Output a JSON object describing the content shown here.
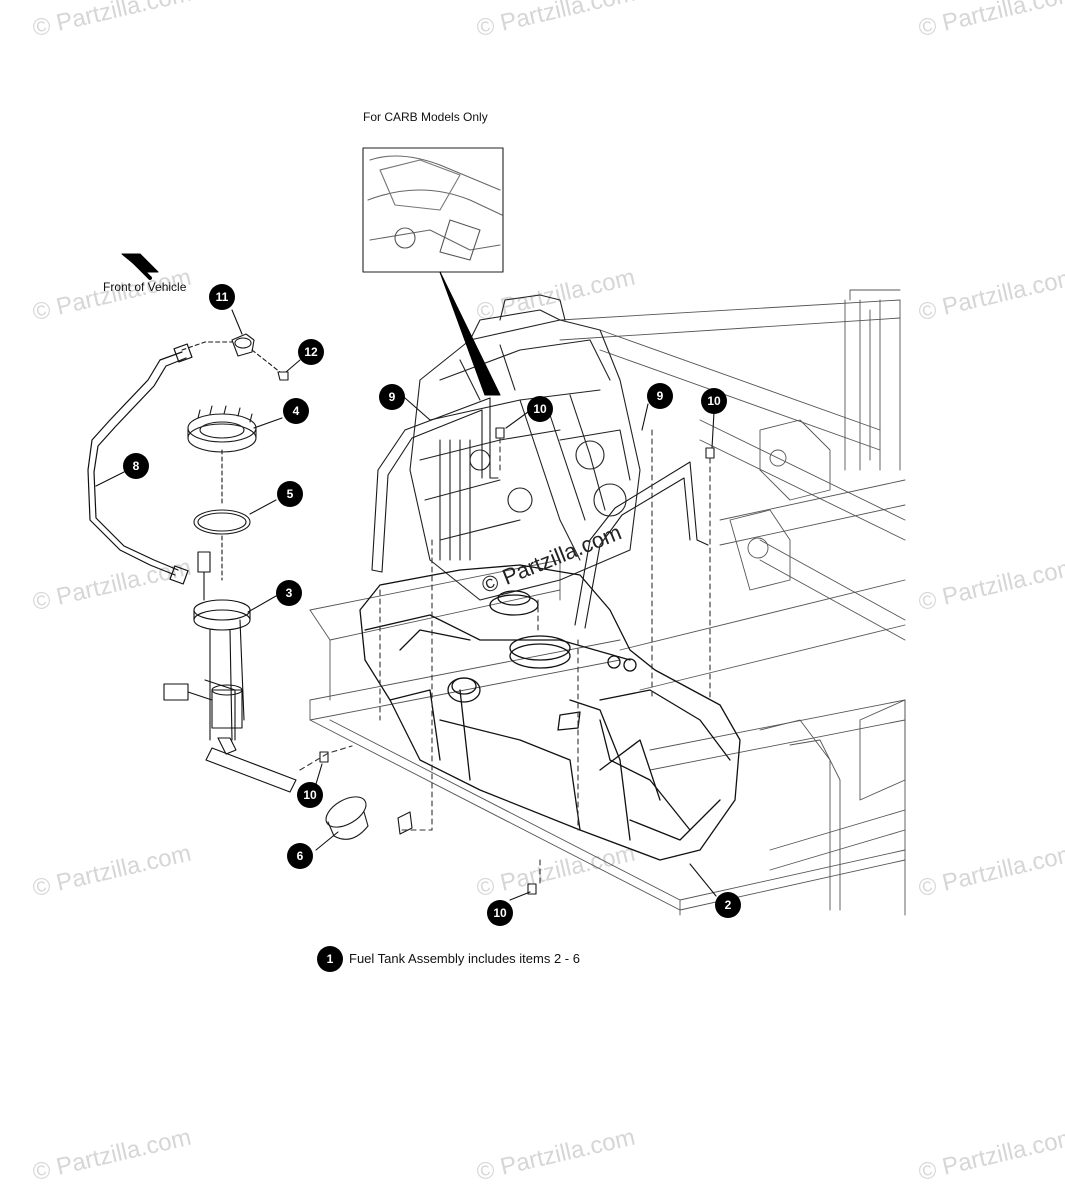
{
  "watermark": "© Partzilla.com",
  "labels": {
    "carb_note": "For CARB Models Only",
    "front_of_vehicle": "Front of Vehicle",
    "center_watermark": "© Partzilla.com",
    "legend_number": "1",
    "legend_text": "Fuel Tank Assembly includes items 2 - 6"
  },
  "callouts": [
    "11",
    "12",
    "4",
    "8",
    "5",
    "3",
    "9",
    "10",
    "9",
    "10",
    "10",
    "6",
    "10",
    "2"
  ],
  "colors": {
    "line": "#1a1a1a",
    "callout_bg": "#000000",
    "callout_text": "#ffffff",
    "watermark": "#d6d6d6"
  }
}
